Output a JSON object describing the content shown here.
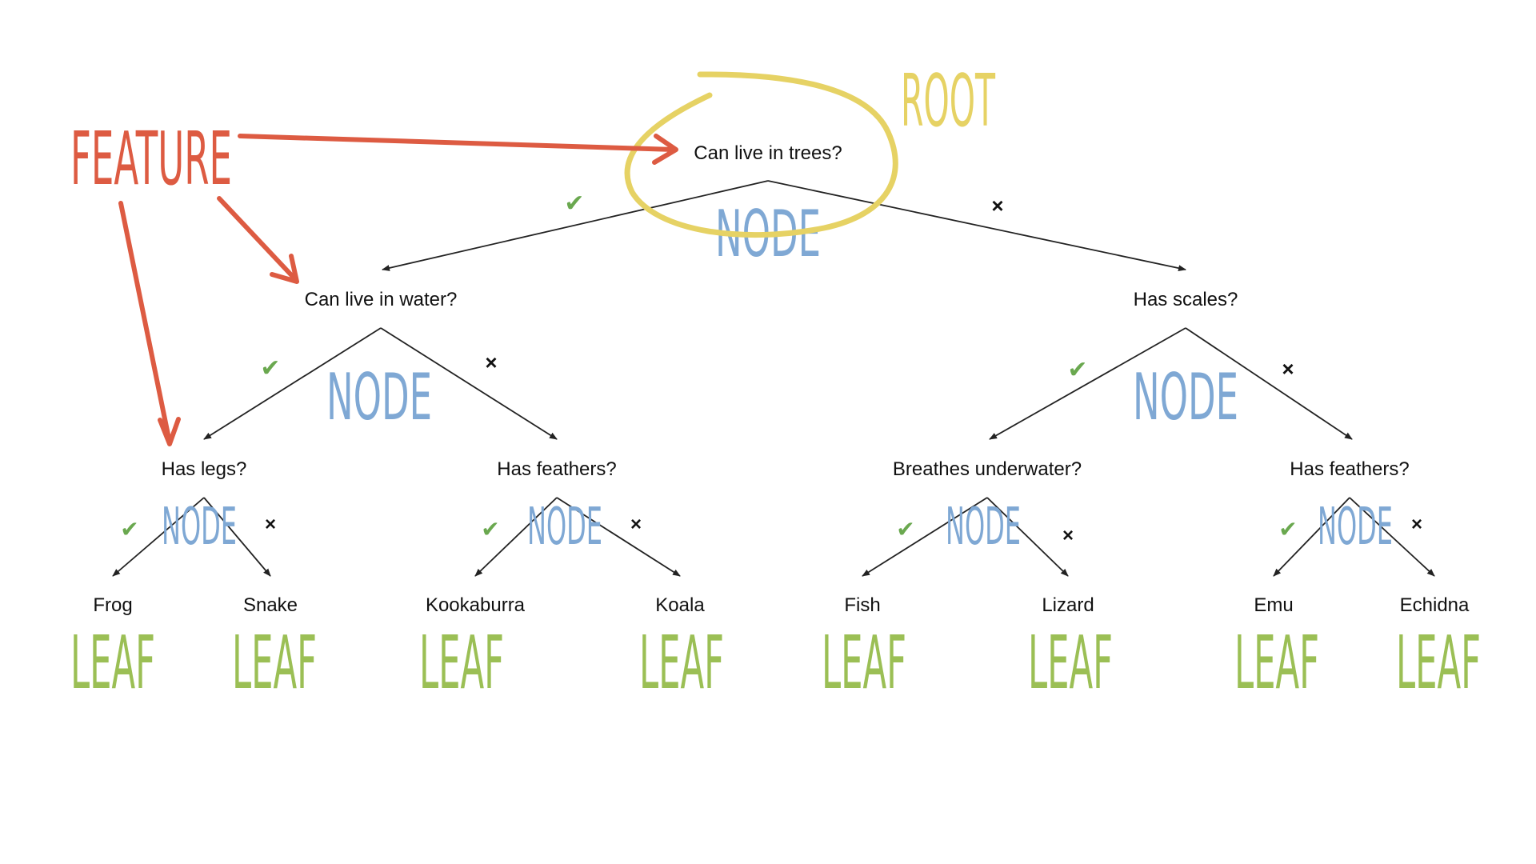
{
  "colors": {
    "feature": "#dd5b42",
    "root": "#e6d264",
    "node": "#7fa8d4",
    "leaf": "#9bbf55",
    "yes": "#6aa84f",
    "no": "#111111",
    "edge": "#222222"
  },
  "annotations": {
    "feature": "FEATURE",
    "root": "ROOT",
    "node": "NODE",
    "leaf": "LEAF"
  },
  "branch_symbols": {
    "yes": "✔",
    "no": "×"
  },
  "tree": {
    "root": {
      "question": "Can live in trees?",
      "yes": {
        "question": "Can live in water?",
        "yes": {
          "question": "Has legs?",
          "yes": "Frog",
          "no": "Snake"
        },
        "no": {
          "question": "Has feathers?",
          "yes": "Kookaburra",
          "no": "Koala"
        }
      },
      "no": {
        "question": "Has scales?",
        "yes": {
          "question": "Breathes underwater?",
          "yes": "Fish",
          "no": "Lizard"
        },
        "no": {
          "question": "Has feathers?",
          "yes": "Emu",
          "no": "Echidna"
        }
      }
    }
  },
  "labels": {
    "q_root": "Can live in trees?",
    "q_l": "Can live in water?",
    "q_r": "Has scales?",
    "q_ll": "Has legs?",
    "q_lr": "Has feathers?",
    "q_rl": "Breathes underwater?",
    "q_rr": "Has feathers?",
    "leaf_1": "Frog",
    "leaf_2": "Snake",
    "leaf_3": "Kookaburra",
    "leaf_4": "Koala",
    "leaf_5": "Fish",
    "leaf_6": "Lizard",
    "leaf_7": "Emu",
    "leaf_8": "Echidna"
  }
}
